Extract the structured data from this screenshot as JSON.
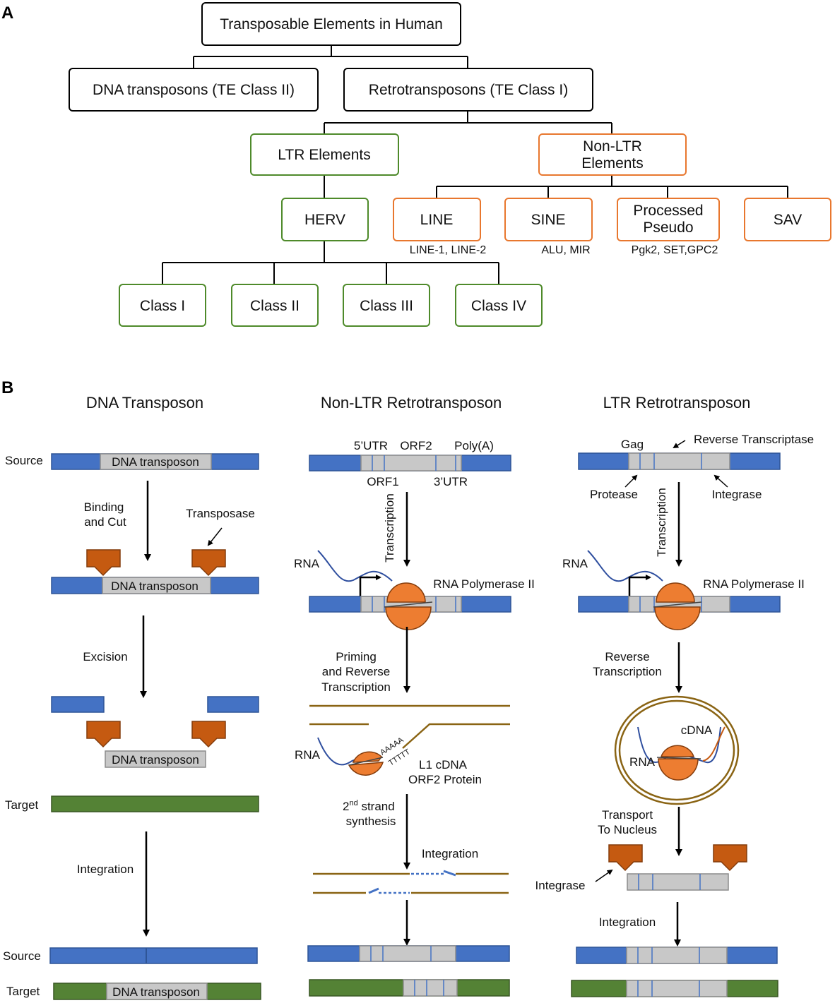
{
  "panel_a": {
    "label": "A",
    "root": "Transposable Elements in Human",
    "dna_transposons": "DNA transposons (TE Class II)",
    "retrotransposons": "Retrotransposons (TE Class I)",
    "ltr_elements": "LTR Elements",
    "non_ltr_line1": "Non-LTR",
    "non_ltr_line2": "Elements",
    "herv": "HERV",
    "line": "LINE",
    "sine": "SINE",
    "processed_line1": "Processed",
    "processed_line2": "Pseudo",
    "sav": "SAV",
    "line_examples": "LINE-1, LINE-2",
    "sine_examples": "ALU, MIR",
    "processed_examples": "Pgk2, SET,GPC2",
    "class1": "Class I",
    "class2": "Class II",
    "class3": "Class III",
    "class4": "Class IV"
  },
  "panel_b": {
    "label": "B",
    "dna": {
      "title": "DNA Transposon",
      "source": "Source",
      "element": "DNA transposon",
      "binding1": "Binding",
      "binding2": "and Cut",
      "transposase": "Transposase",
      "excision": "Excision",
      "target": "Target",
      "integration": "Integration"
    },
    "nonltr": {
      "title": "Non-LTR Retrotransposon",
      "utr5": "5’UTR",
      "orf2": "ORF2",
      "polya": "Poly(A)",
      "orf1": "ORF1",
      "utr3": "3’UTR",
      "transcription": "Transcription",
      "rna": "RNA",
      "polymerase": "RNA Polymerase II",
      "priming1": "Priming",
      "priming2": "and Reverse",
      "priming3": "Transcription",
      "polyA_strand": "AAAAA",
      "polyT_strand": "TTTTT",
      "l1cdna": "L1 cDNA",
      "orf2protein": "ORF2 Protein",
      "second_2": "2",
      "second_nd": "nd",
      "second_strand": " strand",
      "synthesis": "synthesis",
      "integration": "Integration"
    },
    "ltr": {
      "title": "LTR Retrotransposon",
      "gag": "Gag",
      "rt": "Reverse Transcriptase",
      "protease": "Protease",
      "integrase": "Integrase",
      "transcription": "Transcription",
      "rna": "RNA",
      "polymerase": "RNA Polymerase II",
      "rt1": "Reverse",
      "rt2": "Transcription",
      "cdna": "cDNA",
      "transport1": "Transport",
      "transport2": "To Nucleus",
      "integrase2": "Integrase",
      "integration": "Integration"
    }
  },
  "colors": {
    "green_box": "#4e8a2a",
    "orange_box": "#e8772e",
    "blue_dna": "#4472c4",
    "green_dna": "#548235",
    "element_grey": "#c8c8c8",
    "transposase": "#c55a11",
    "polymerase": "#ed7d31",
    "capsid": "#8a6414"
  }
}
